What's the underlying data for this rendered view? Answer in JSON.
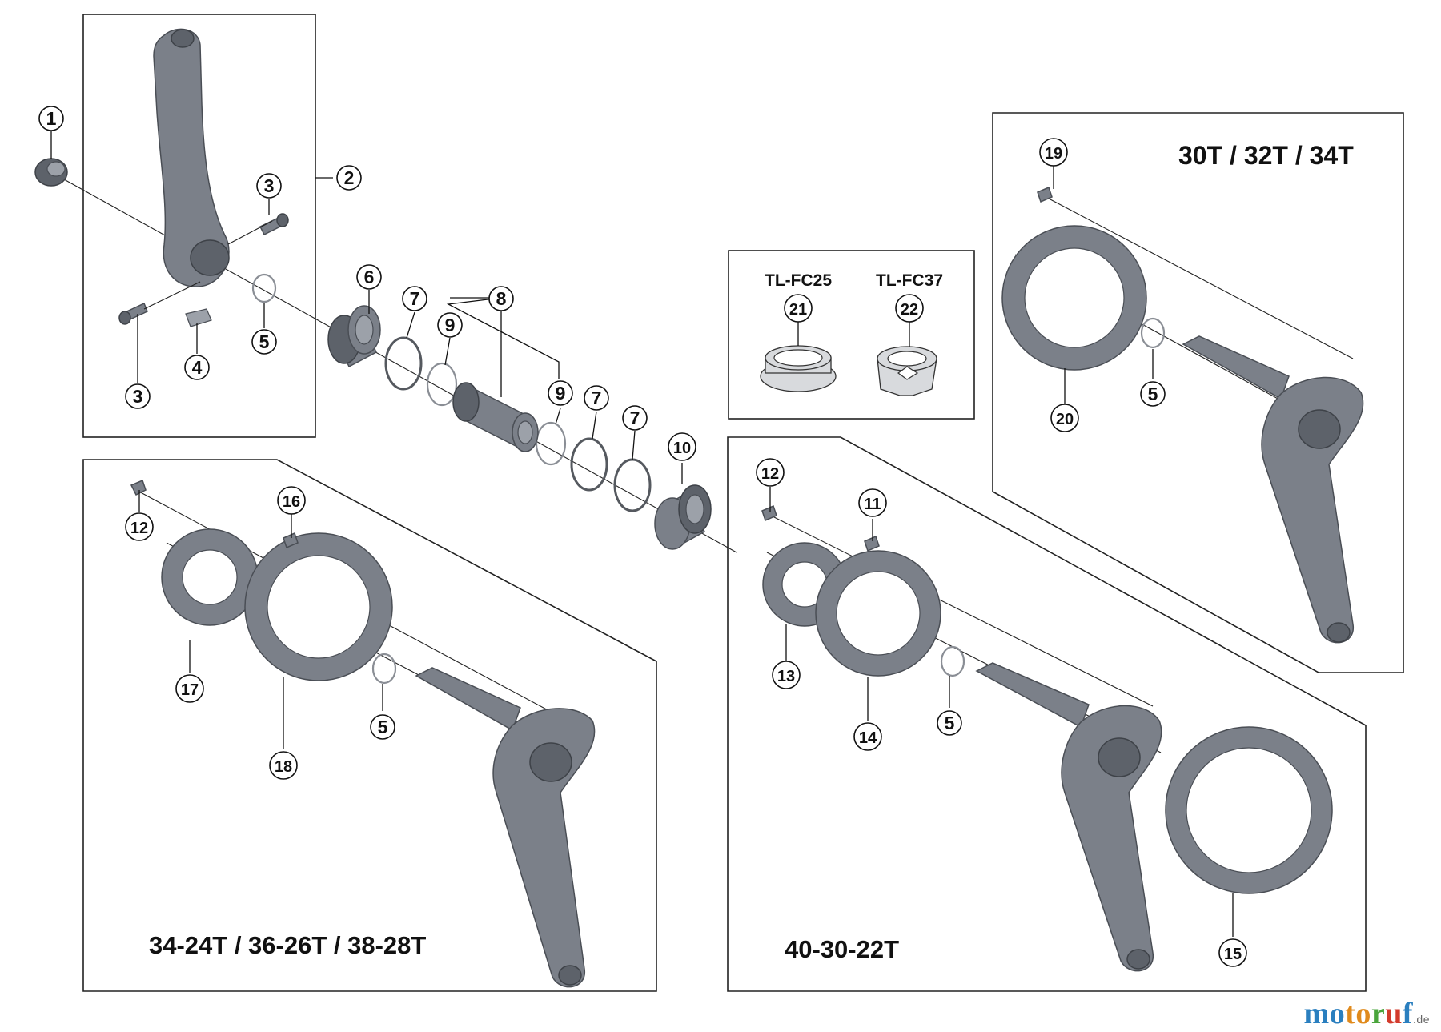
{
  "callouts": [
    "1",
    "2",
    "3",
    "4",
    "5",
    "6",
    "7",
    "8",
    "9",
    "10",
    "11",
    "12",
    "13",
    "14",
    "15",
    "16",
    "17",
    "18",
    "19",
    "20",
    "21",
    "22"
  ],
  "groups": {
    "top_right": "30T / 32T / 34T",
    "bottom_left": "34-24T / 36-26T / 38-28T",
    "bottom_middle": "40-30-22T"
  },
  "tools": {
    "tl_fc25": "TL-FC25",
    "tl_fc37": "TL-FC37"
  },
  "watermark": {
    "p1": "mo",
    "p2": "to",
    "p3": "r",
    "p4": "u",
    "p5": "f",
    "suffix": ".de"
  },
  "colors": {
    "part": "#7b8089",
    "line": "#222222",
    "background": "#ffffff"
  }
}
